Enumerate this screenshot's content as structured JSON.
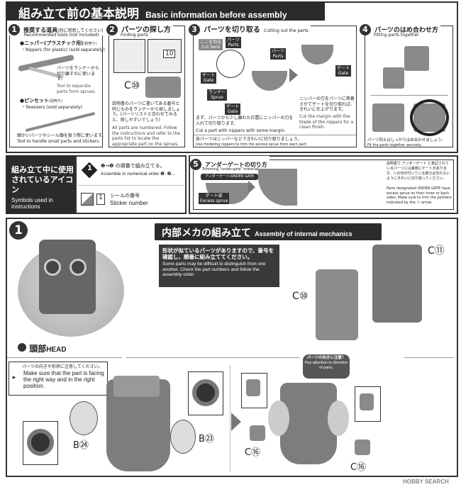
{
  "header": {
    "title_jp": "組み立て前の基本説明",
    "title_en": "Basic information before assembly"
  },
  "panels": [
    {
      "num": "1",
      "title_jp": "推奨する道具",
      "title_note": "(別に用意してください)",
      "subtitle_en": "Recommended tools (not included)",
      "items": [
        {
          "name_jp": "●ニッパー(プラスチック用)",
          "note": "(別売り)",
          "name_en": "・Nippers (for plastic) (sold separately)",
          "desc_jp": "パーツをランナーから切り離すのに使います。",
          "desc_en": "Tool to separate parts from sprues."
        },
        {
          "name_jp": "●ピンセット",
          "note": "(別売り)",
          "name_en": "・Tweezers (sold separately)",
          "desc_jp": "細かいパーツやシール類を扱う際に使います。",
          "desc_en": "Tool to handle small parts and stickers."
        }
      ]
    },
    {
      "num": "2",
      "title_jp": "パーツの探し方",
      "subtitle_en": "Finding parts",
      "part_label": "C⑩",
      "sprue_num": "10",
      "desc_jp": "説明書のパーツに書いてある番号と同じものをランナーから探しましょう。(パーツリストと合わせてみると、探しやすいでしょう)",
      "desc_en": "All parts are numbered. Follow the instructions and refer to the parts list to locate the appropriate part on the sprues."
    },
    {
      "num": "3",
      "title_jp": "パーツを切り取る",
      "subtitle_en": "Cutting out the parts",
      "tags": {
        "cut_here_jp": "ここを切る",
        "cut_here_en": "Cut here",
        "parts_jp": "パーツ",
        "parts_en": "Parts",
        "gate_jp": "ゲート",
        "gate_en": "Gate",
        "sprue_jp": "ランナー",
        "sprue_en": "Sprue"
      },
      "desc1_jp": "まず、パーツから少し離れた位置にニッパーの刃を入れて切り取ります。",
      "desc1_en": "Cut a part with nippers with some margin.",
      "desc2_jp": "ニッパーの刃をパーツに密着させてゲートを切り取れば、きれいに仕上がります。",
      "desc2_en": "Cut the margin with the blade of the nippers for a clean finish.",
      "footer_jp": "各パーツはニッパーなどできれいに切り取りましょう。",
      "footer_en": "Use modeling nippers to trim the excess sprue from each part."
    },
    {
      "num": "4",
      "title_jp": "パーツのはめ合わせ方",
      "subtitle_en": "Fitting parts together",
      "desc_jp": "パーツ同士はしっかりはめ合わせましょう。",
      "desc_en": "Fit the parts together securely."
    }
  ],
  "symbols": {
    "title_jp_1": "組み立て中に使用",
    "title_jp_2": "されているアイコン",
    "title_en": "Symbols used in instructions",
    "order_num": "1",
    "order_jp": "❶→❷ の順番で組み立てる。",
    "order_en": "Assemble in numerical order ❶, ❷...",
    "sticker_num": "1",
    "sticker_jp": "シールの番号",
    "sticker_en": "Sticker number"
  },
  "panel5": {
    "num": "5",
    "title_jp": "アンダーゲートの切り方",
    "subtitle_en": "Trimming \"under-gate\" material",
    "tag": "アンダーゲート/UNDER GATE",
    "excess_jp": "ゲート部",
    "excess_en": "Excess sprue",
    "desc_jp": "説明書で アンダーゲート と表記されているパーツには裏側にゲートがあります。＞の印が付いている部分は忘れないようにきれいに切り取ってください。",
    "desc_en": "Parts designated UNDER GATE have excess sprue on their inner or back sides. Make sure to trim the portions indicated by the ＞ arrow."
  },
  "step": {
    "num": "1",
    "title_jp": "内部メカの組み立て",
    "title_en": "Assembly of internal mechanics",
    "notice_jp": "形状が似ているパーツがありますので、番号を確認し、順番に組み立ててください。",
    "notice_en": "Some parts may be difficult to distinguish from one another. Check the part numbers and follow the assembly order.",
    "head_jp": "頭部",
    "head_en": "HEAD",
    "parts": {
      "c11": "C⑪",
      "c10": "C⑩",
      "b24": "B㉔",
      "b23": "B㉓",
      "c16a": "C⑯",
      "c16b": "C⑯"
    },
    "note_jp": "パーツの向きや形状に注意してください。",
    "note_en": "Make sure that the part is facing the right way and in the right position.",
    "bubble_jp": "パーツの向きに注意！",
    "bubble_en": "Pay attention to direction of parts."
  },
  "watermark": "HOBBY SEARCH"
}
